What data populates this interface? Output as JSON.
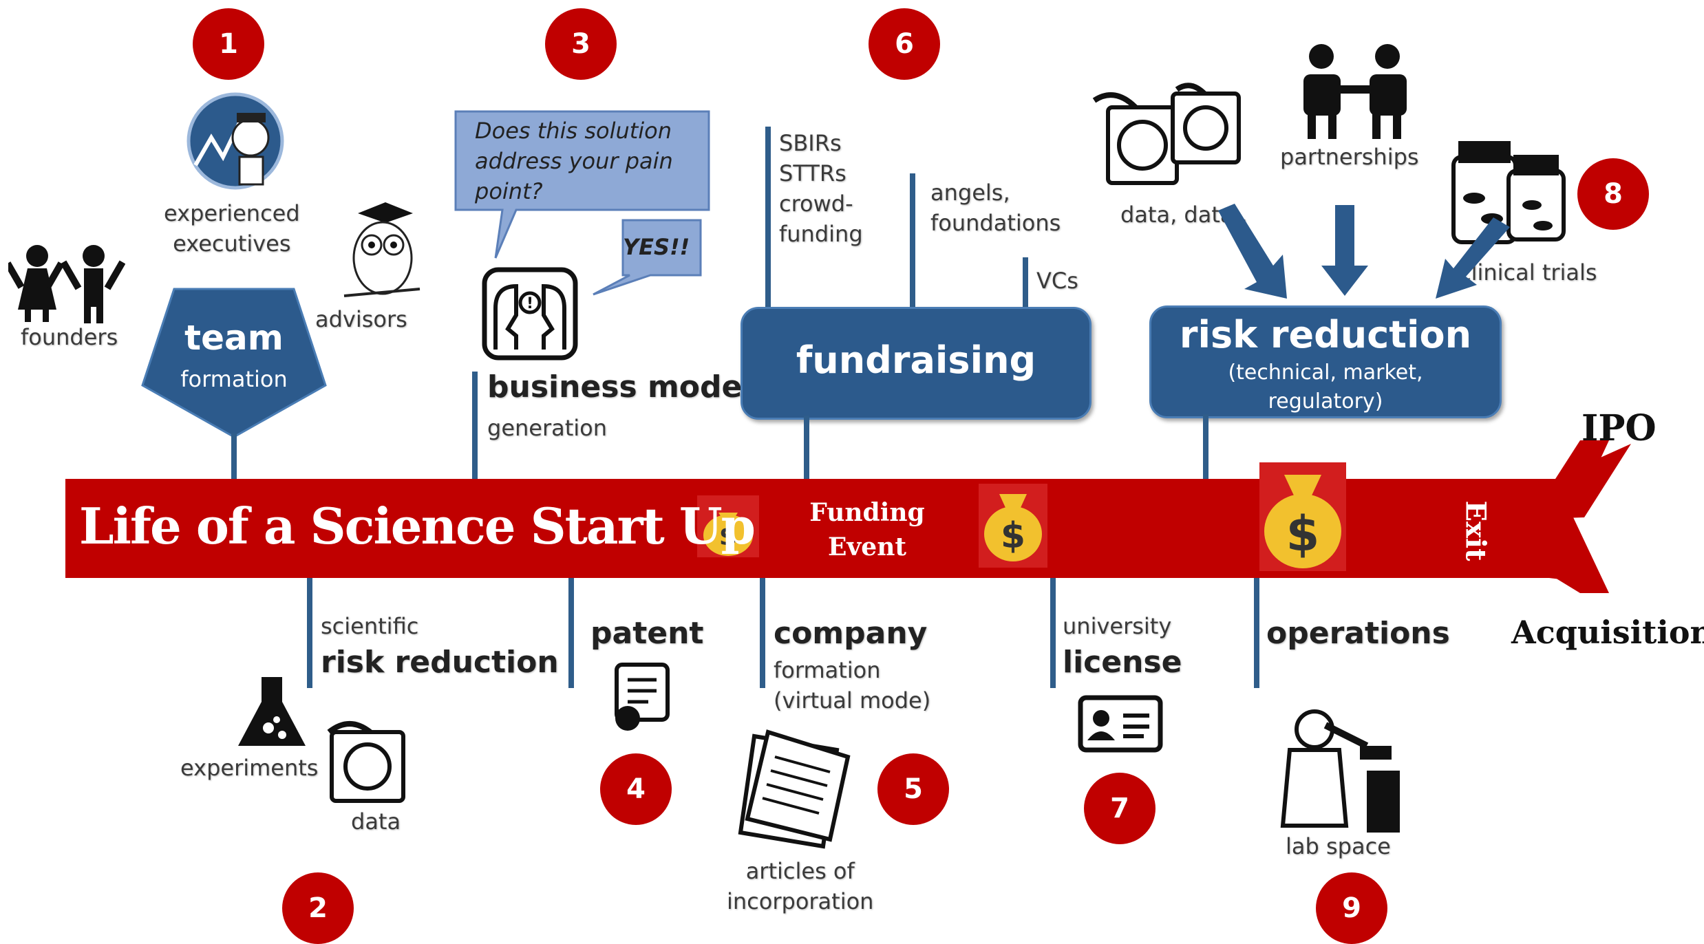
{
  "banner": {
    "title": "Life of a Science Start Up",
    "funding_event": [
      "Funding",
      "Event"
    ],
    "exit": "Exit",
    "ipo": "IPO",
    "acquisition": "Acquisition"
  },
  "numbers": [
    "1",
    "2",
    "3",
    "4",
    "5",
    "6",
    "7",
    "8",
    "9"
  ],
  "team": {
    "title": "team",
    "subtitle": "formation",
    "founders": "founders",
    "executives": [
      "experienced",
      "executives"
    ],
    "advisors": "advisors"
  },
  "business_model": {
    "bubble": [
      "Does this solution",
      "address your pain",
      "point?"
    ],
    "reply": "YES!!",
    "title": "business model",
    "subtitle": "generation"
  },
  "fundraising": {
    "title": "fundraising",
    "sources_a": [
      "SBIRs",
      "STTRs",
      "crowd-",
      "funding"
    ],
    "sources_b": [
      "angels,",
      "foundations"
    ],
    "sources_c": "VCs"
  },
  "risk_top": {
    "title": "risk reduction",
    "subtitle": [
      "(technical, market,",
      "regulatory)"
    ],
    "data": "data, data..",
    "partnerships": "partnerships",
    "clinical": "clinical trials"
  },
  "sci_risk": {
    "small": "scientific",
    "title": "risk reduction",
    "experiments": "experiments",
    "data": "data"
  },
  "patent": {
    "title": "patent"
  },
  "company": {
    "title": "company",
    "sub": [
      "formation",
      "(virtual mode)"
    ],
    "articles": [
      "articles of",
      "incorporation"
    ]
  },
  "license": {
    "small": "university",
    "title": "license"
  },
  "operations": {
    "title": "operations",
    "lab": "lab space"
  },
  "colors": {
    "banner": "#c00000",
    "box": "#2c5a8c",
    "circle": "#c00000",
    "bubble": "#8ea9d6"
  }
}
